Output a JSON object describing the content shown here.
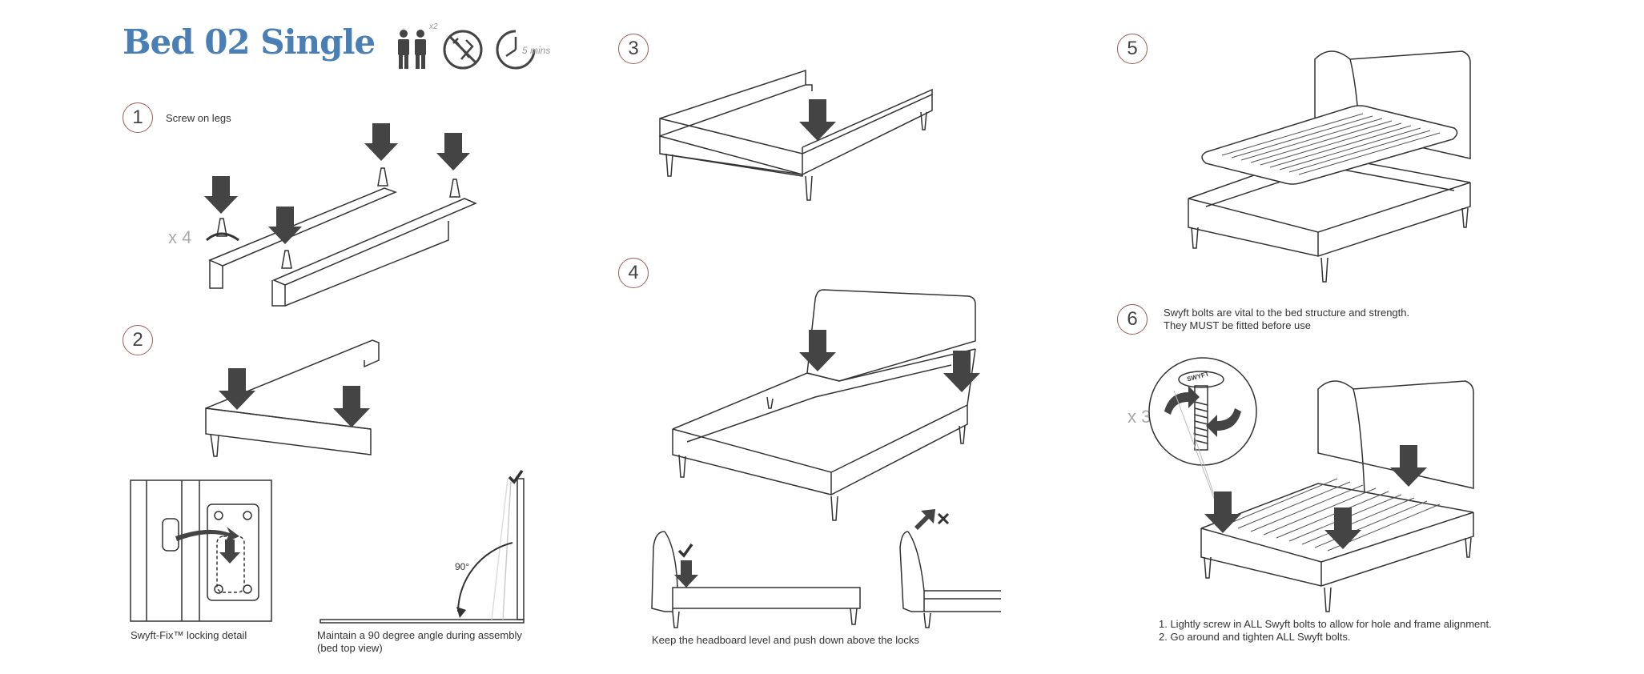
{
  "title": "Bed 02 Single",
  "header_icons": {
    "people_count": "x2",
    "time": "5 mins"
  },
  "steps": [
    {
      "number": "1",
      "caption": "Screw on legs",
      "multiplier": "x 4"
    },
    {
      "number": "2"
    },
    {
      "number": "3"
    },
    {
      "number": "4"
    },
    {
      "number": "5"
    },
    {
      "number": "6",
      "caption_line1": "Swyft bolts are vital to the bed structure and strength.",
      "caption_line2": "They MUST be fitted before use",
      "multiplier": "x 3"
    }
  ],
  "captions": {
    "locking": "Swyft-Fix™ locking detail",
    "angle_line1": "Maintain a 90 degree angle during assembly",
    "angle_line2": "(bed top view)",
    "angle_label": "90°",
    "headboard": "Keep the headboard level and push down above the locks",
    "step6_line1": "1. Lightly screw in ALL Swyft bolts to allow for hole and frame alignment.",
    "step6_line2": "2. Go around and tighten ALL Swyft bolts.",
    "bolt_label": "SWYFT"
  },
  "colors": {
    "title": "#4a7fb5",
    "step_ring": "#9b5a5a",
    "arrow": "#444444",
    "line": "#333333"
  }
}
